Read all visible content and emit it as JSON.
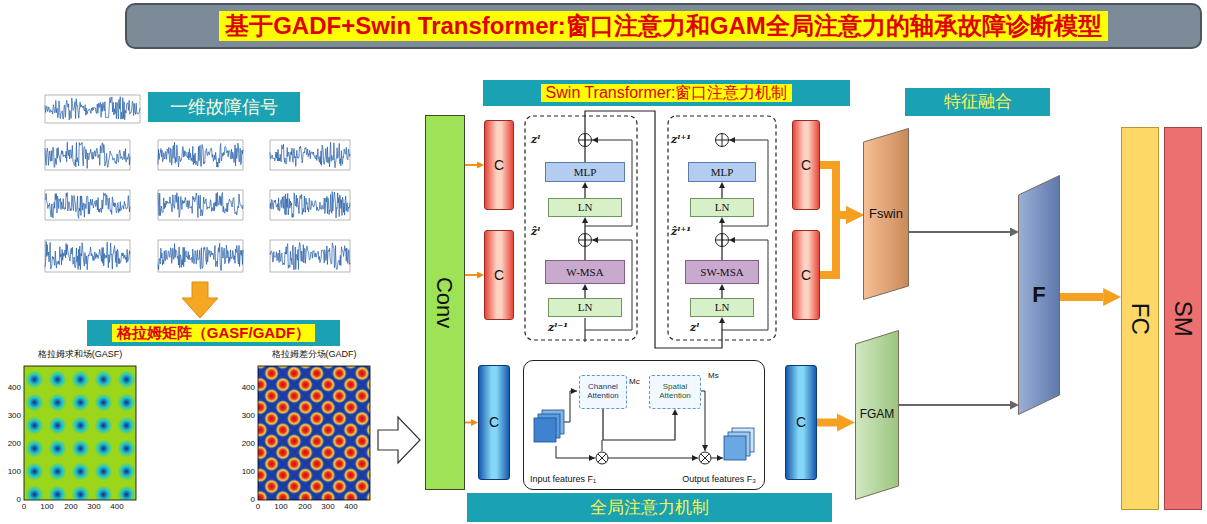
{
  "diagram": {
    "title": "基于GADF+Swin Transformer:窗口注意力和GAM全局注意力的轴承故障诊断模型",
    "nodes": [
      {
        "text": [
          "一维故障信号"
        ]
      },
      {
        "text": [
          "格拉姆矩阵（GASF/GADF）"
        ]
      },
      {
        "text": [
          "Conv"
        ]
      },
      {
        "text": [
          "Swin Transformer:窗口注意力机制"
        ]
      },
      {
        "text": [
          "C"
        ]
      },
      {
        "text": [
          "C"
        ]
      },
      {
        "text": [
          "MLP"
        ]
      },
      {
        "text": [
          "LN"
        ]
      },
      {
        "text": [
          "W-MSA"
        ]
      },
      {
        "text": [
          "LN"
        ]
      },
      {
        "text": [
          "MLP"
        ]
      },
      {
        "text": [
          "LN"
        ]
      },
      {
        "text": [
          "SW-MSA"
        ]
      },
      {
        "text": [
          "LN"
        ]
      },
      {
        "text": [
          "C"
        ]
      },
      {
        "text": [
          "C"
        ]
      },
      {
        "text": [
          "C"
        ]
      },
      {
        "text": [
          "Input features F₁",
          "Output features F₃"
        ]
      },
      {
        "text": [
          "Channel Attention"
        ],
        "in": 17
      },
      {
        "text": [
          "Spatial Attention"
        ],
        "in": 17
      },
      {
        "text": [
          "C"
        ]
      },
      {
        "text": [
          "全局注意力机制"
        ]
      },
      {
        "text": [
          "特征融合"
        ]
      },
      {
        "text": [
          "Fswin"
        ]
      },
      {
        "text": [
          "FGAM"
        ]
      },
      {
        "text": [
          "F"
        ]
      },
      {
        "text": [
          "FC"
        ]
      },
      {
        "text": [
          "SM"
        ]
      }
    ],
    "edges": [
      {
        "from": 2,
        "to": 4,
        "arrow": "to"
      },
      {
        "from": 2,
        "to": 5,
        "arrow": "to"
      },
      {
        "from": 2,
        "to": 16,
        "arrow": "to"
      },
      {
        "from": 9,
        "to": 8,
        "arrow": "to"
      },
      {
        "from": 8,
        "to": 7,
        "arrow": "to"
      },
      {
        "from": 7,
        "to": 6,
        "arrow": "to"
      },
      {
        "from": 6,
        "to": 13,
        "arrow": "to"
      },
      {
        "from": 13,
        "to": 12,
        "arrow": "to"
      },
      {
        "from": 12,
        "to": 11,
        "arrow": "to"
      },
      {
        "from": 11,
        "to": 10,
        "arrow": "to"
      },
      {
        "from": 14,
        "to": 23,
        "arrow": "to"
      },
      {
        "from": 15,
        "to": 23,
        "arrow": "to"
      },
      {
        "from": 18,
        "to": 19,
        "arrow": "to"
      },
      {
        "from": 20,
        "to": 24,
        "arrow": "to"
      },
      {
        "from": 23,
        "to": 25,
        "arrow": "to"
      },
      {
        "from": 24,
        "to": 25,
        "arrow": "to"
      },
      {
        "from": 25,
        "to": 26,
        "arrow": "to"
      }
    ],
    "labels": [
      "格拉姆求和场(GASF)",
      "格拉姆差分场(GADF)",
      "0",
      "100",
      "200",
      "300",
      "400",
      "0",
      "100",
      "200",
      "300",
      "400",
      "0",
      "100",
      "200",
      "300",
      "400",
      "0",
      "100",
      "200",
      "300",
      "400",
      "zˡ",
      "ẑˡ",
      "zˡ⁻¹",
      "zˡ⁺¹",
      "ẑˡ⁺¹",
      "zˡ",
      "Mc",
      "Ms"
    ]
  }
}
